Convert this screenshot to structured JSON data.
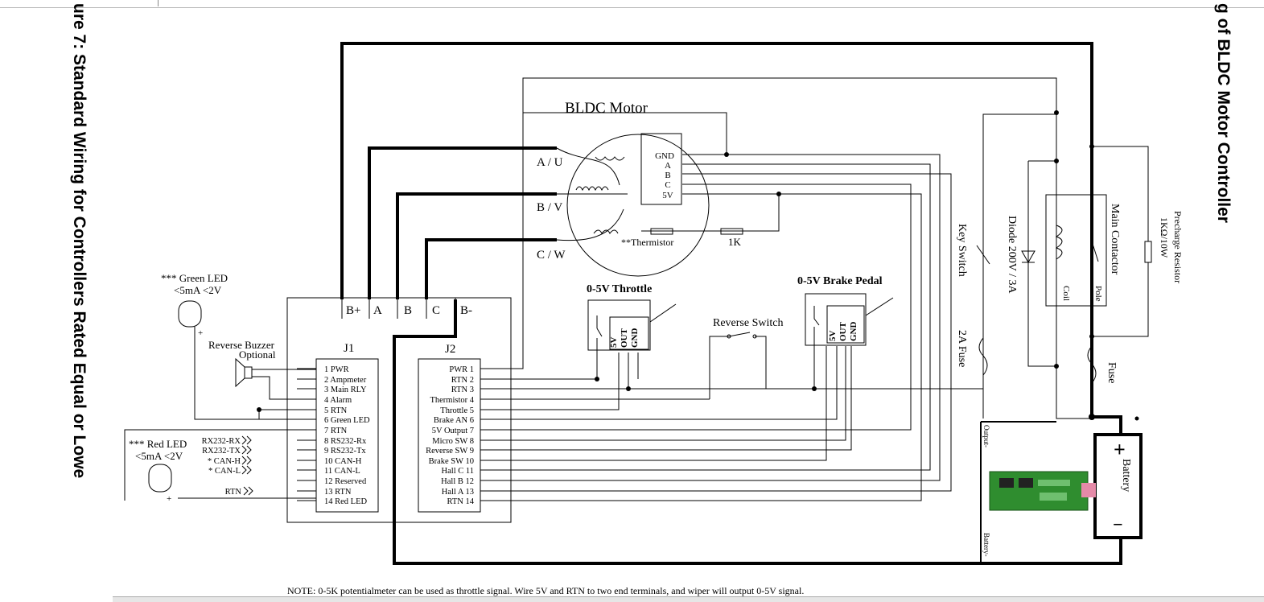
{
  "figure": {
    "title_left": "ure 7: Standard Wiring for Controllers Rated Equal or Lowe",
    "title_right": "g of BLDC Motor Controller",
    "note": "NOTE: 0-5K potentialmeter can be used as throttle signal. Wire 5V and RTN to two end terminals, and wiper will output 0-5V signal."
  },
  "motor": {
    "title": "BLDC Motor",
    "phases": [
      "A / U",
      "B / V",
      "C / W"
    ],
    "hall_pins": [
      "GND",
      "A",
      "B",
      "C",
      "5V"
    ],
    "thermistor": "**Thermistor",
    "resistor": "1K"
  },
  "controller": {
    "power_terminals": [
      "B+",
      "A",
      "B",
      "C",
      "B-"
    ],
    "j1": {
      "label": "J1",
      "pins": [
        "1  PWR",
        "2  Ampmeter",
        "3  Main RLY",
        "4  Alarm",
        "5  RTN",
        "6  Green LED",
        "7  RTN",
        "8  RS232-Rx",
        "9  RS232-Tx",
        "10  CAN-H",
        "11  CAN-L",
        "12  Reserved",
        "13  RTN",
        "14  Red LED"
      ]
    },
    "j2": {
      "label": "J2",
      "pins": [
        "PWR  1",
        "RTN  2",
        "RTN  3",
        "Thermistor  4",
        "Throttle  5",
        "Brake AN  6",
        "5V Output  7",
        "Micro SW  8",
        "Reverse SW  9",
        "Brake SW  10",
        "Hall C  11",
        "Hall B  12",
        "Hall A  13",
        "RTN  14"
      ]
    }
  },
  "left_side": {
    "green_led": [
      "*** Green LED",
      "<5mA  <2V"
    ],
    "red_led": [
      "*** Red LED",
      "<5mA  <2V"
    ],
    "buzzer": [
      "Reverse Buzzer",
      "Optional"
    ],
    "comm_labels": [
      "RX232-RX",
      "RX232-TX",
      "* CAN-H",
      "* CAN-L"
    ],
    "rtn_label": "RTN",
    "plus": "+"
  },
  "inputs": {
    "throttle": "0-5V  Throttle",
    "brake": "0-5V Brake Pedal",
    "reverse": "Reverse Switch",
    "pot_pins": [
      "5V",
      "OUT",
      "GND"
    ]
  },
  "power": {
    "key_switch": "Key Switch",
    "fuse_2a": "2A Fuse",
    "diode": "Diode  200V / 3A",
    "main_contactor": "Main Contactor",
    "coil": "Coil",
    "pole": "Pole",
    "precharge": [
      "Precharge Resistor",
      "1KΩ/10W"
    ],
    "fuse": "Fuse",
    "battery": "Battery",
    "bms_output": "Output-",
    "bms_battery": "Battery-",
    "plus": "+",
    "minus": "−"
  }
}
